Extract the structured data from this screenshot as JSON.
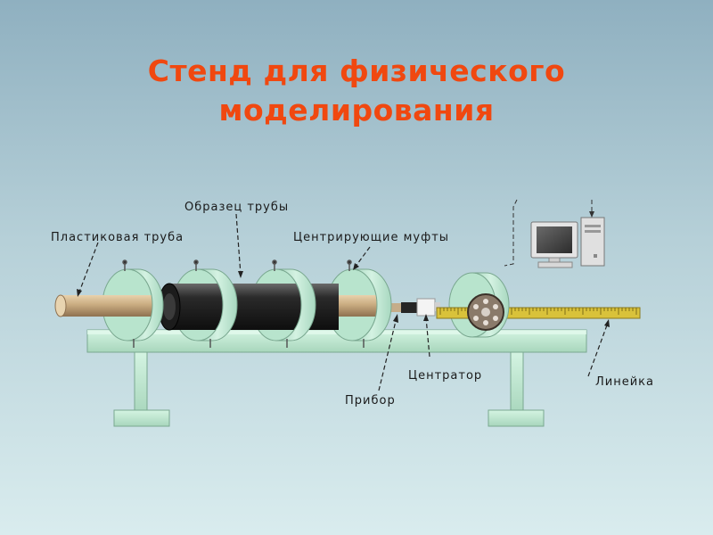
{
  "title": {
    "line1": "Стенд для физического",
    "line2": "моделирования"
  },
  "labels": {
    "plastic_pipe": "Пластиковая труба",
    "pipe_sample": "Образец трубы",
    "centering_couplings": "Центрирующие муфты",
    "centrator": "Центратор",
    "device": "Прибор",
    "ruler": "Линейка"
  },
  "icons": {
    "computer": "desktop-computer-icon",
    "wheel": "measuring-wheel-icon"
  },
  "colors": {
    "title": "#f04810",
    "frame": "#bfe8d2",
    "pipe_sample": "#2a2a2a",
    "plastic_pipe": "#c7ab82",
    "ruler": "#d9c23a"
  }
}
